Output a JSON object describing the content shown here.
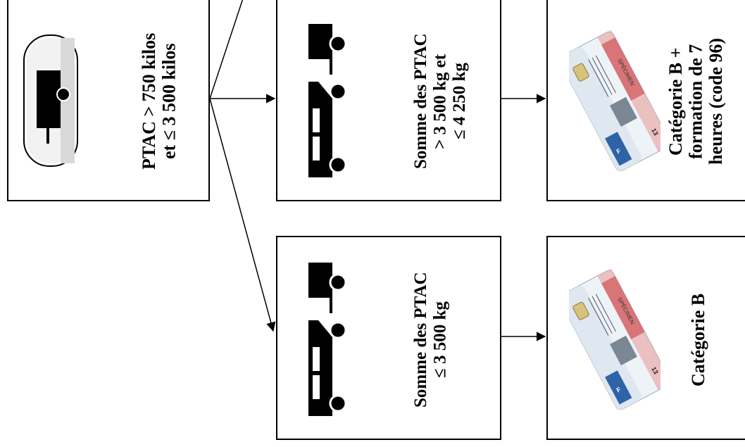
{
  "nodes": {
    "source": {
      "lines": [
        "PTAC > 750 kilos",
        "et ≤ 3 500 kilos"
      ],
      "icon": "trailer-sign-icon"
    },
    "heavy_combo": {
      "lines": [
        "Somme des PTAC",
        "> 3 500 kg et",
        "≤ 4 250 kg"
      ],
      "icon": "car-with-trailer-icon"
    },
    "light_combo": {
      "lines": [
        "Somme des PTAC",
        "≤ 3 500 kg"
      ],
      "icon": "car-with-trailer-icon"
    },
    "license_b96": {
      "lines": [
        "Catégorie B +",
        "formation de 7",
        "heures (code 96)"
      ],
      "icon": "driving-licence-card-icon"
    },
    "license_b": {
      "lines": [
        "Catégorie B"
      ],
      "icon": "driving-licence-card-icon"
    }
  },
  "card_text": {
    "specimen": "SPÉCIMEN",
    "card_number": "13",
    "flag_letter": "F"
  },
  "colors": {
    "line": "#000000",
    "card_blue": "#2f63a8",
    "card_red": "#c8363a",
    "card_chip": "#d9c27a"
  }
}
